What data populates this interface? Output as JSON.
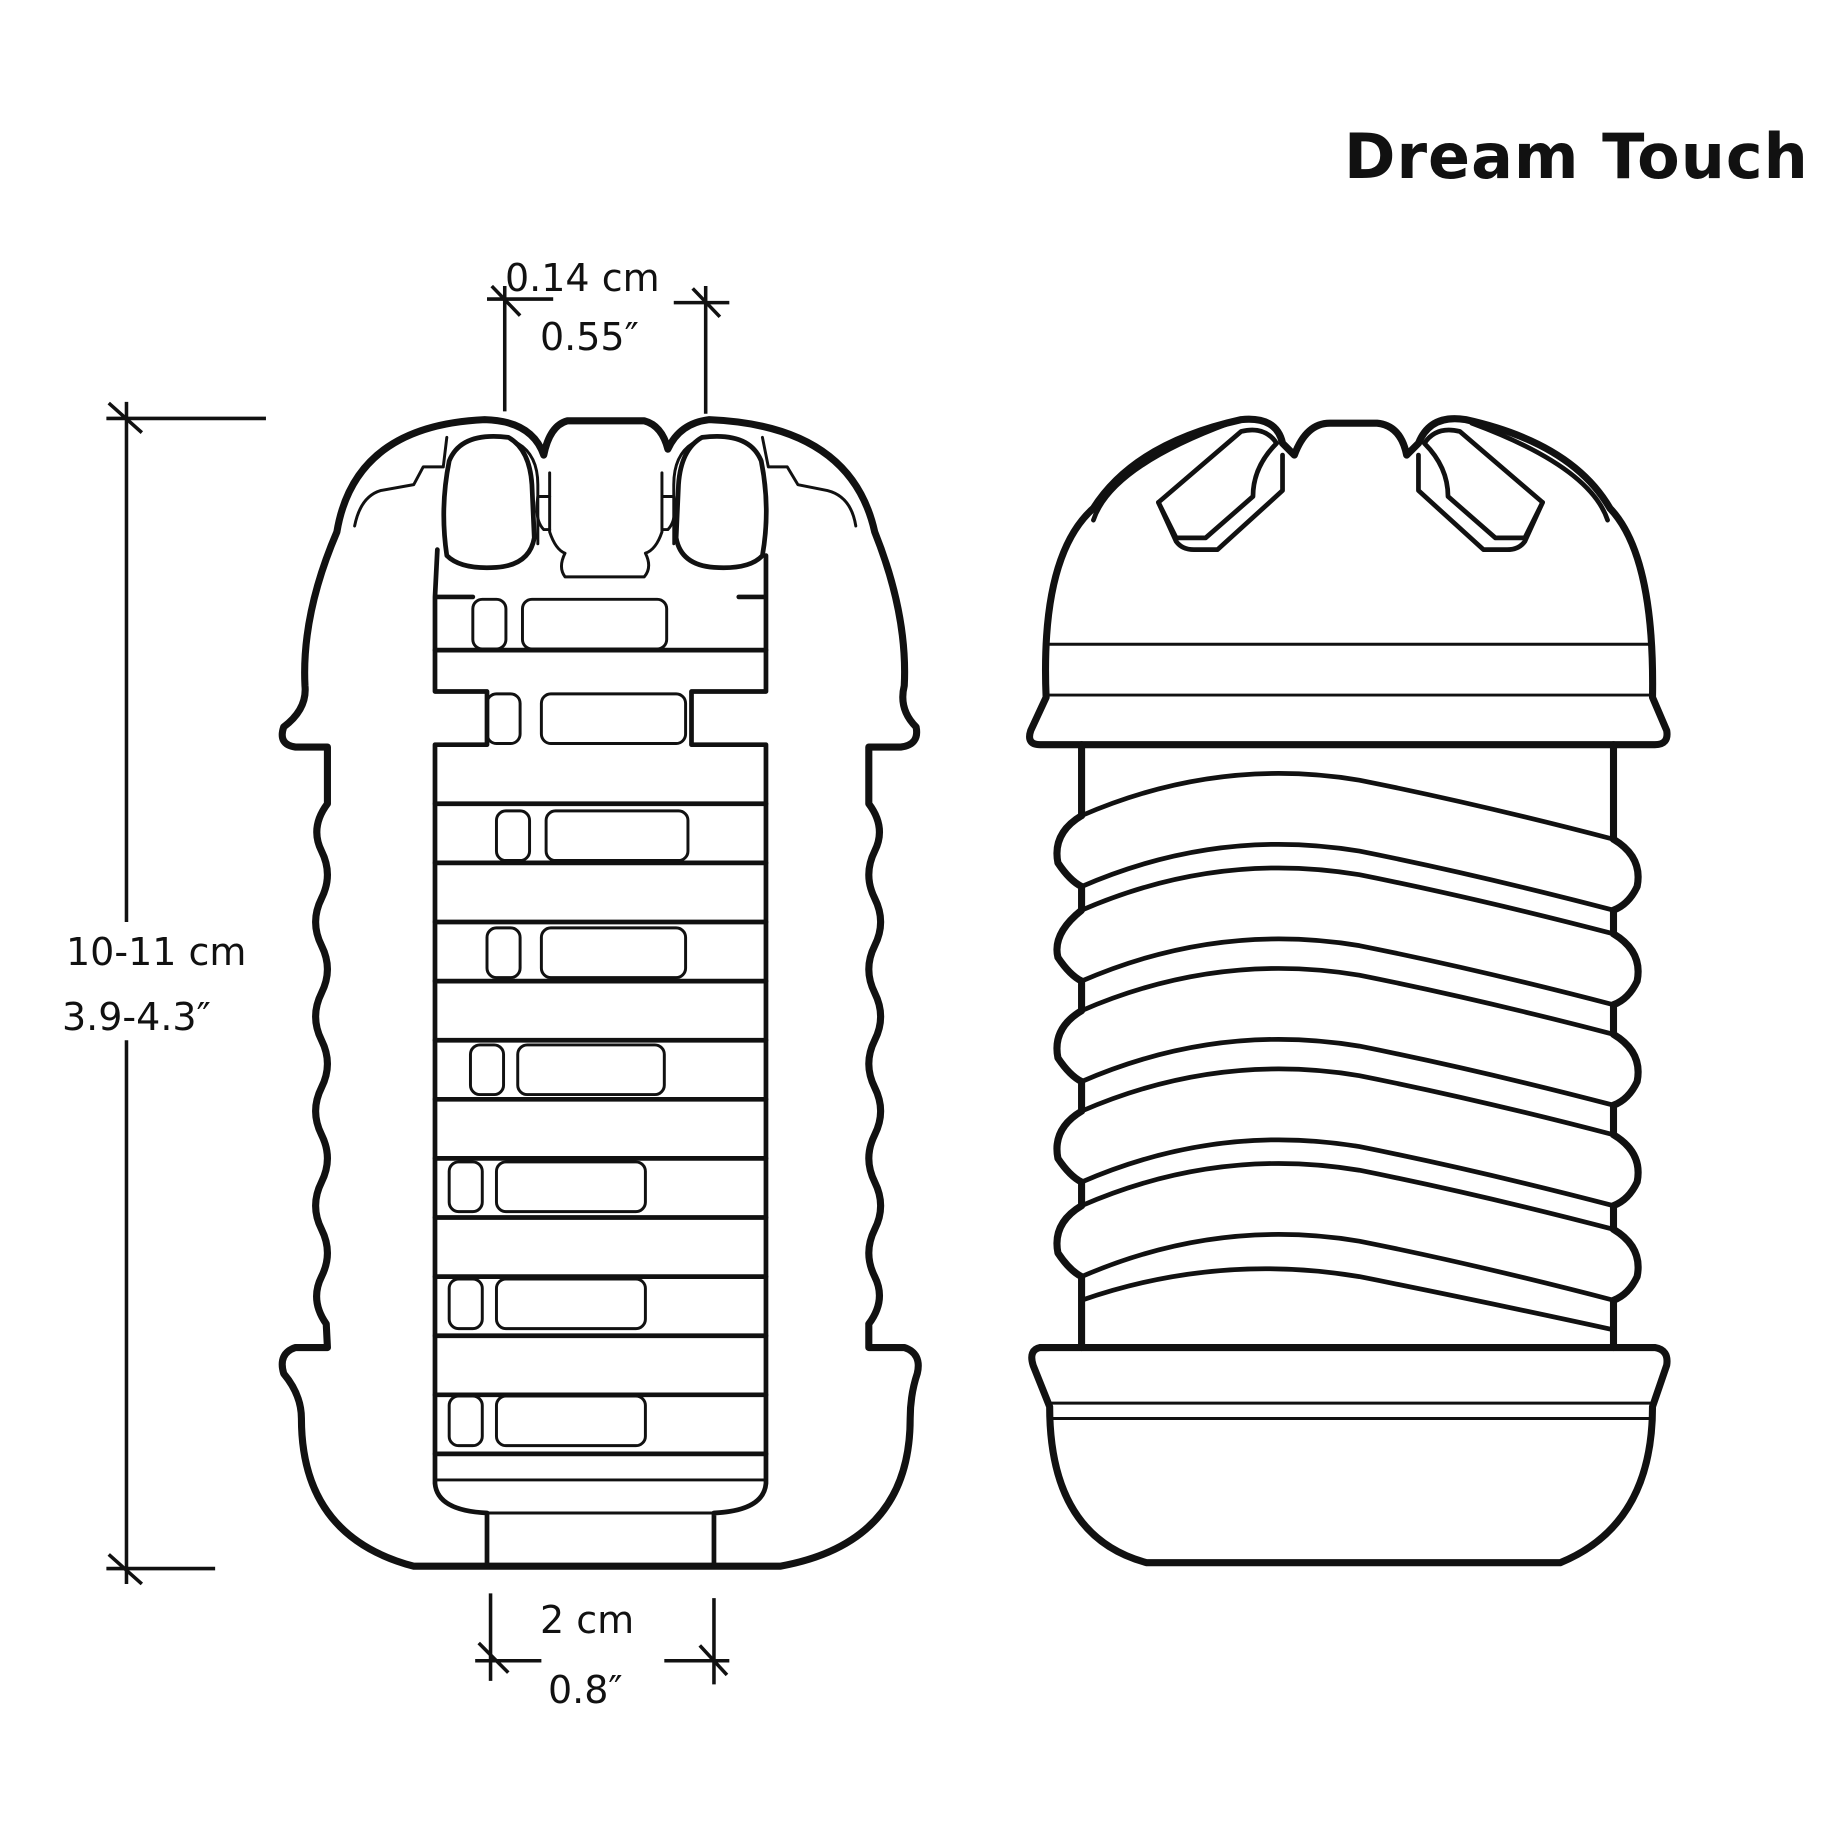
{
  "title": "Dream Touch",
  "dimensions": {
    "top_opening": {
      "metric": "0.14 cm",
      "imperial": "0.55″"
    },
    "height": {
      "metric": "10-11 cm",
      "imperial": "3.9-4.3″"
    },
    "bottom_opening": {
      "metric": "2 cm",
      "imperial": "0.8″"
    }
  },
  "views": {
    "left": "cross-section-view",
    "right": "exterior-view"
  },
  "colors": {
    "line": "#111111",
    "background": "#ffffff"
  }
}
